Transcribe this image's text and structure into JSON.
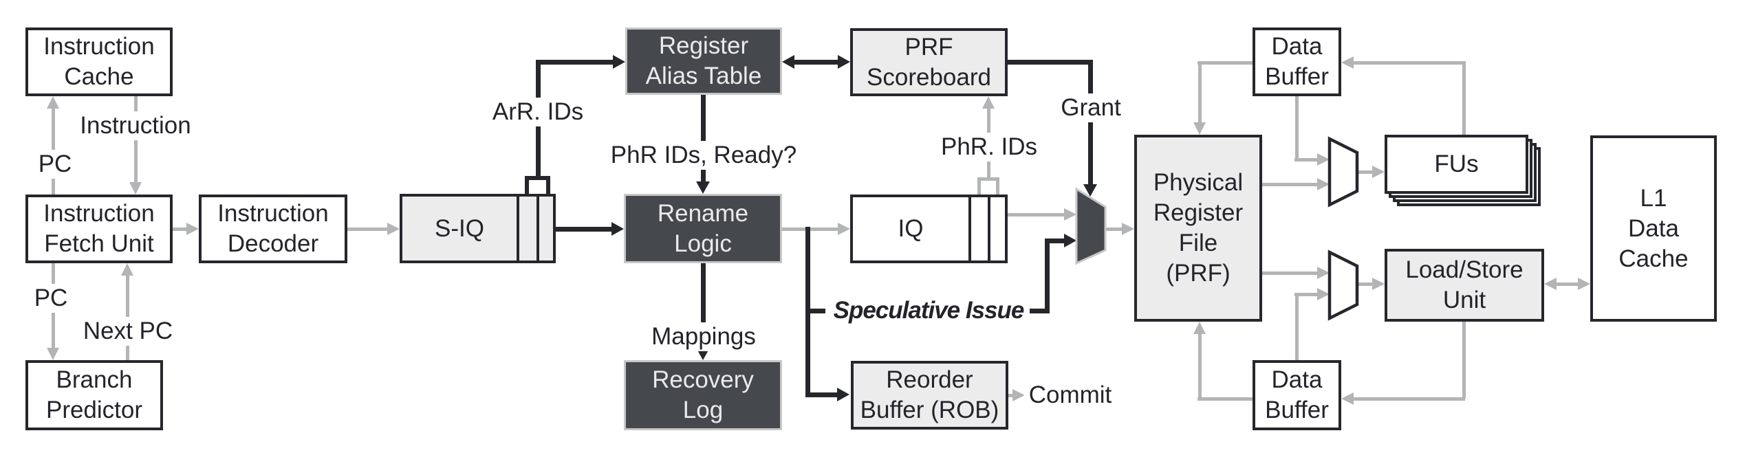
{
  "palette": {
    "box_dark": "#45484d",
    "box_light": "#ececec",
    "box_white": "#ffffff",
    "border_dark": "#26272c",
    "border_light": "#c6c7c9",
    "line_gray": "#b3b4b6",
    "line_black": "#26272c",
    "text_dark": "#25232a",
    "text_light": "#e9eaec"
  },
  "nodes": {
    "instruction_cache": {
      "lines": [
        "Instruction",
        "Cache"
      ]
    },
    "instruction_fetch_unit": {
      "lines": [
        "Instruction",
        "Fetch Unit"
      ]
    },
    "branch_predictor": {
      "lines": [
        "Branch",
        "Predictor"
      ]
    },
    "instruction_decoder": {
      "lines": [
        "Instruction",
        "Decoder"
      ]
    },
    "s_iq": {
      "lines": [
        "S-IQ"
      ]
    },
    "register_alias_table": {
      "lines": [
        "Register",
        "Alias Table"
      ]
    },
    "rename_logic": {
      "lines": [
        "Rename",
        "Logic"
      ]
    },
    "recovery_log": {
      "lines": [
        "Recovery",
        "Log"
      ]
    },
    "prf_scoreboard": {
      "lines": [
        "PRF",
        "Scoreboard"
      ]
    },
    "iq": {
      "lines": [
        "IQ"
      ]
    },
    "reorder_buffer": {
      "lines": [
        "Reorder",
        "Buffer (ROB)"
      ]
    },
    "physical_register_file": {
      "lines": [
        "Physical",
        "Register",
        "File",
        "(PRF)"
      ]
    },
    "data_buffer_top": {
      "lines": [
        "Data",
        "Buffer"
      ]
    },
    "data_buffer_bottom": {
      "lines": [
        "Data",
        "Buffer"
      ]
    },
    "fus": {
      "lines": [
        "FUs"
      ]
    },
    "load_store_unit": {
      "lines": [
        "Load/Store",
        "Unit"
      ]
    },
    "l1_data_cache": {
      "lines": [
        "L1",
        "Data",
        "Cache"
      ]
    }
  },
  "edge_labels": {
    "pc_top": "PC",
    "instruction": "Instruction",
    "pc_bottom": "PC",
    "next_pc": "Next PC",
    "arr_ids": "ArR. IDs",
    "phr_ids_ready": "PhR IDs, Ready?",
    "mappings": "Mappings",
    "phr_ids": "PhR. IDs",
    "grant": "Grant",
    "speculative_issue": "Speculative Issue",
    "commit": "Commit"
  }
}
